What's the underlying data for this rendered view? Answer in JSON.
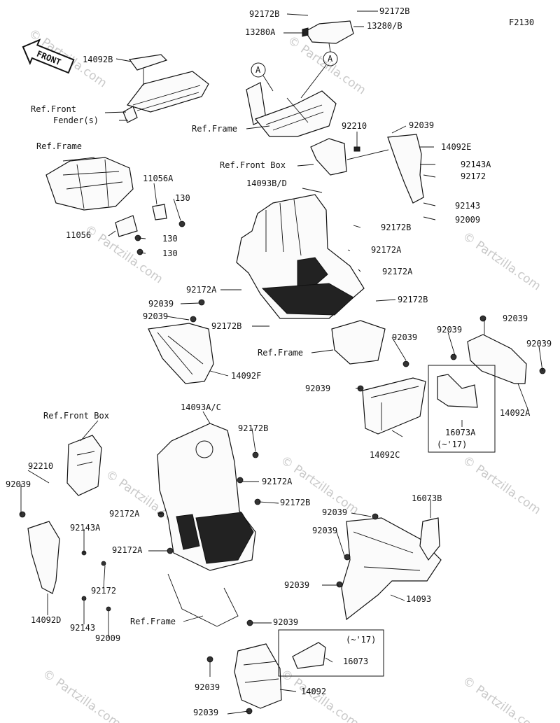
{
  "figure_code": "F2130",
  "front_label": "FRONT",
  "watermark": "© Partzilla.com",
  "callout_a": "A",
  "labels": {
    "l_92172B_tl": "92172B",
    "l_92172B_tr": "92172B",
    "l_13280A": "13280A",
    "l_13280B": "13280/B",
    "l_14092B": "14092B",
    "l_ref_front_fender_1": "Ref.Front",
    "l_ref_front_fender_2": "Fender(s)",
    "l_ref_frame_top": "Ref.Frame",
    "l_92210_r": "92210",
    "l_92039_r1": "92039",
    "l_14092E": "14092E",
    "l_92143A_r": "92143A",
    "l_92172_r": "92172",
    "l_92143_r": "92143",
    "l_92009_r": "92009",
    "l_ref_front_box_top": "Ref.Front Box",
    "l_ref_frame_left": "Ref.Frame",
    "l_11056A": "11056A",
    "l_130_a": "130",
    "l_11056": "11056",
    "l_130_b": "130",
    "l_130_c": "130",
    "l_14093BD": "14093B/D",
    "l_92172B_mid": "92172B",
    "l_92172A_m1": "92172A",
    "l_92172A_m2": "92172A",
    "l_92172A_m3": "92172A",
    "l_92172B_m4": "92172B",
    "l_92039_ml1": "92039",
    "l_92039_ml2": "92039",
    "l_92172B_m5": "92172B",
    "l_ref_frame_mid": "Ref.Frame",
    "l_14092F": "14092F",
    "l_92039_rm1": "92039",
    "l_92039_rm2": "92039",
    "l_92039_rm3": "92039",
    "l_92039_rm4": "92039",
    "l_92039_rm5": "92039",
    "l_16073A": "16073A",
    "l_paren17_a": "(~'17)",
    "l_14092A": "14092A",
    "l_14092C": "14092C",
    "l_ref_front_box_left": "Ref.Front Box",
    "l_14093AC": "14093A/C",
    "l_92172B_l1": "92172B",
    "l_92210_l": "92210",
    "l_92039_l1": "92039",
    "l_92172A_l1": "92172A",
    "l_92172B_l2": "92172B",
    "l_92172A_l2": "92172A",
    "l_92172A_l3": "92172A",
    "l_92143A_l": "92143A",
    "l_92172_l": "92172",
    "l_14092D": "14092D",
    "l_92143_l": "92143",
    "l_92009_l": "92009",
    "l_16073B": "16073B",
    "l_92039_b1": "92039",
    "l_92039_b2": "92039",
    "l_92039_b3": "92039",
    "l_14093": "14093",
    "l_ref_frame_bot": "Ref.Frame",
    "l_92039_b4": "92039",
    "l_paren17_b": "(~'17)",
    "l_16073": "16073",
    "l_92039_b5": "92039",
    "l_14092": "14092",
    "l_92039_b6": "92039"
  }
}
